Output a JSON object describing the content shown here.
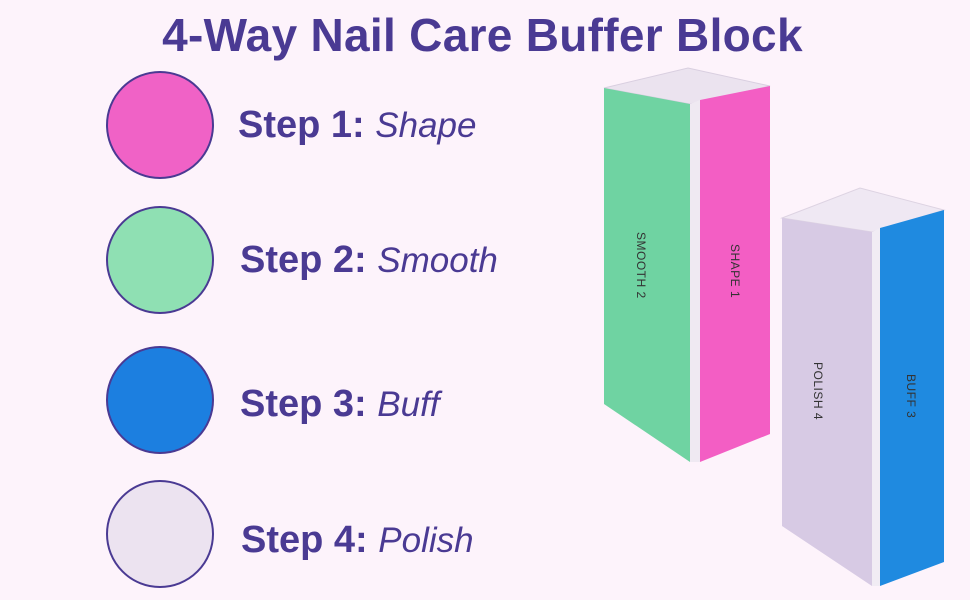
{
  "title": "4-Way Nail Care Buffer Block",
  "steps": [
    {
      "label": "Step 1:",
      "name": "Shape",
      "color": "#f062c6"
    },
    {
      "label": "Step 2:",
      "name": "Smooth",
      "color": "#8fe0b3"
    },
    {
      "label": "Step 3:",
      "name": "Buff",
      "color": "#1c7fe0"
    },
    {
      "label": "Step 4:",
      "name": "Polish",
      "color": "#ece3f0"
    }
  ],
  "block1": {
    "face_left": "SMOOTH 2",
    "face_right": "SHAPE 1"
  },
  "block2": {
    "face_left": "POLISH 4",
    "face_right": "BUFF 3"
  },
  "colors": {
    "text": "#4a3a93",
    "background": "#fdf3fb"
  }
}
